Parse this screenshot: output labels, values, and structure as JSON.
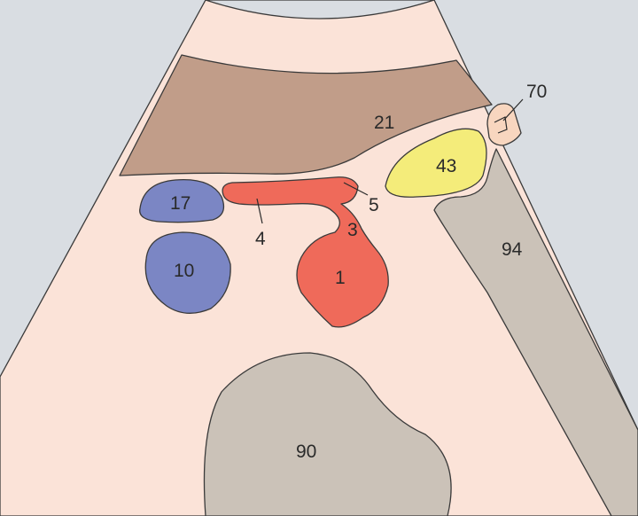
{
  "colors": {
    "background": "#d9dde2",
    "fan": "#fbe3d8",
    "layer_21": "#c19d89",
    "vessel_red": "#ef6a5a",
    "vein_blue": "#7b86c4",
    "yellow_43": "#f4ec7a",
    "gray_tissue": "#cbc2b8",
    "small_70": "#f8d6bf"
  },
  "labels": {
    "l1": "1",
    "l3": "3",
    "l4": "4",
    "l5": "5",
    "l10": "10",
    "l17": "17",
    "l21": "21",
    "l43": "43",
    "l70": "70",
    "l90": "90",
    "l94": "94"
  }
}
